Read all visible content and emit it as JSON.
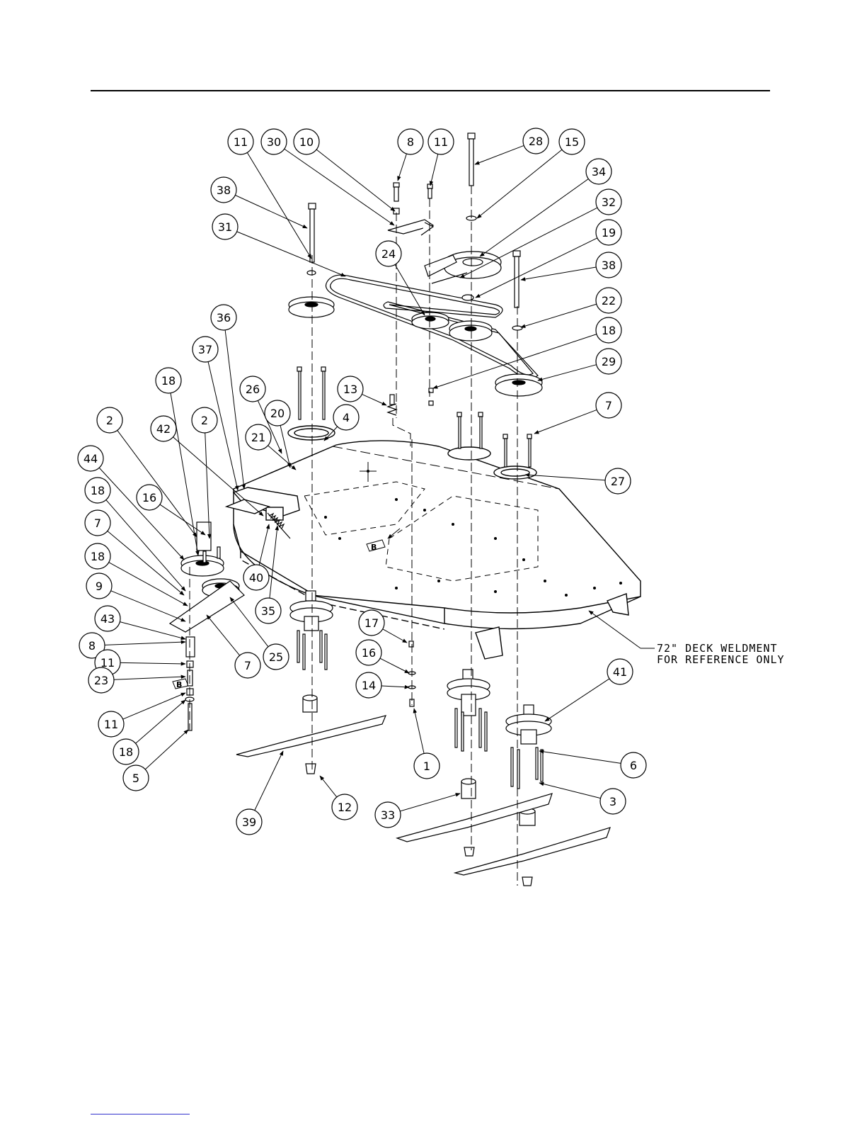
{
  "diagram": {
    "note": {
      "line1": "72\" DECK WELDMENT",
      "line2": "FOR REFERENCE ONLY"
    },
    "reference_letter": "B",
    "callouts": [
      {
        "id": "c-11a",
        "label": "11"
      },
      {
        "id": "c-30",
        "label": "30"
      },
      {
        "id": "c-10",
        "label": "10"
      },
      {
        "id": "c-8a",
        "label": "8"
      },
      {
        "id": "c-11b",
        "label": "11"
      },
      {
        "id": "c-28",
        "label": "28"
      },
      {
        "id": "c-15",
        "label": "15"
      },
      {
        "id": "c-34",
        "label": "34"
      },
      {
        "id": "c-38a",
        "label": "38"
      },
      {
        "id": "c-32",
        "label": "32"
      },
      {
        "id": "c-31",
        "label": "31"
      },
      {
        "id": "c-19",
        "label": "19"
      },
      {
        "id": "c-24",
        "label": "24"
      },
      {
        "id": "c-38b",
        "label": "38"
      },
      {
        "id": "c-22",
        "label": "22"
      },
      {
        "id": "c-36",
        "label": "36"
      },
      {
        "id": "c-18a",
        "label": "18"
      },
      {
        "id": "c-29",
        "label": "29"
      },
      {
        "id": "c-37",
        "label": "37"
      },
      {
        "id": "c-18b",
        "label": "18"
      },
      {
        "id": "c-26",
        "label": "26"
      },
      {
        "id": "c-13",
        "label": "13"
      },
      {
        "id": "c-7a",
        "label": "7"
      },
      {
        "id": "c-2a",
        "label": "2"
      },
      {
        "id": "c-20",
        "label": "20"
      },
      {
        "id": "c-2b",
        "label": "2"
      },
      {
        "id": "c-4",
        "label": "4"
      },
      {
        "id": "c-42",
        "label": "42"
      },
      {
        "id": "c-21",
        "label": "21"
      },
      {
        "id": "c-44",
        "label": "44"
      },
      {
        "id": "c-27",
        "label": "27"
      },
      {
        "id": "c-18c",
        "label": "18"
      },
      {
        "id": "c-16a",
        "label": "16"
      },
      {
        "id": "c-7b",
        "label": "7"
      },
      {
        "id": "c-18d",
        "label": "18"
      },
      {
        "id": "c-40",
        "label": "40"
      },
      {
        "id": "c-9",
        "label": "9"
      },
      {
        "id": "c-35",
        "label": "35"
      },
      {
        "id": "c-43",
        "label": "43"
      },
      {
        "id": "c-17",
        "label": "17"
      },
      {
        "id": "c-8b",
        "label": "8"
      },
      {
        "id": "c-25",
        "label": "25"
      },
      {
        "id": "c-7c",
        "label": "7"
      },
      {
        "id": "c-11c",
        "label": "11"
      },
      {
        "id": "c-16b",
        "label": "16"
      },
      {
        "id": "c-41",
        "label": "41"
      },
      {
        "id": "c-23",
        "label": "23"
      },
      {
        "id": "c-14",
        "label": "14"
      },
      {
        "id": "c-11d",
        "label": "11"
      },
      {
        "id": "c-1",
        "label": "1"
      },
      {
        "id": "c-6",
        "label": "6"
      },
      {
        "id": "c-18e",
        "label": "18"
      },
      {
        "id": "c-5",
        "label": "5"
      },
      {
        "id": "c-3",
        "label": "3"
      },
      {
        "id": "c-12",
        "label": "12"
      },
      {
        "id": "c-33",
        "label": "33"
      },
      {
        "id": "c-39",
        "label": "39"
      }
    ]
  }
}
